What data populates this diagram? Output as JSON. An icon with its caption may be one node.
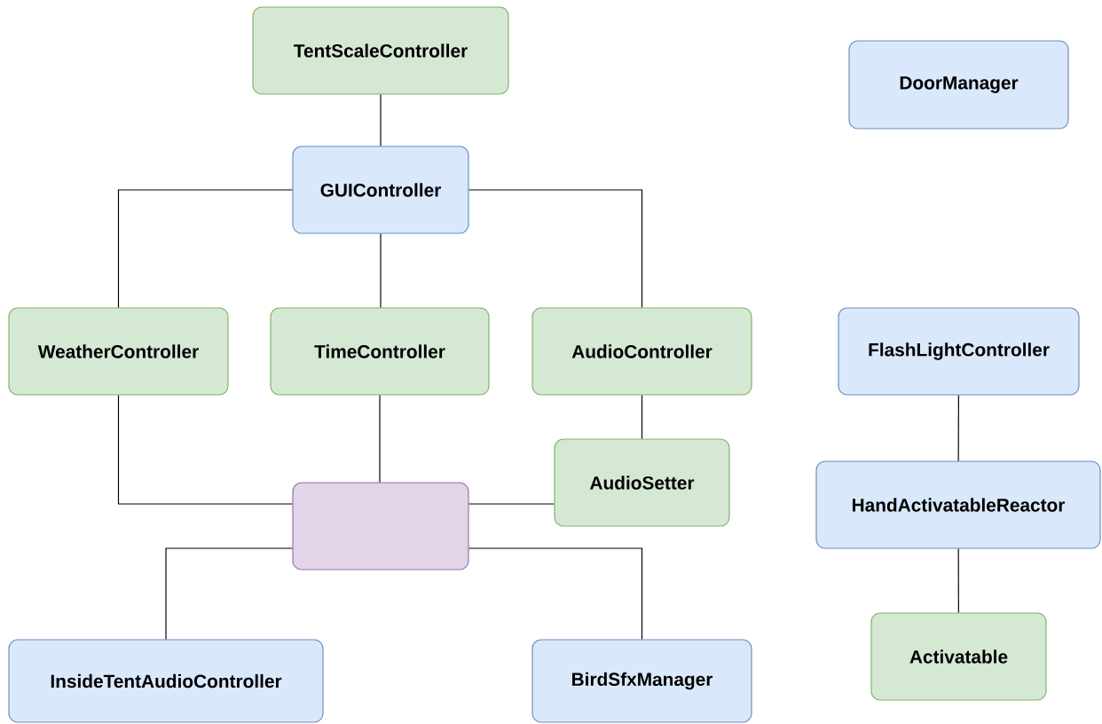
{
  "diagram": {
    "nodes": [
      {
        "text": [
          "TentScaleController"
        ]
      },
      {
        "text": [
          "GUIController"
        ]
      },
      {
        "text": [
          "WeatherController"
        ]
      },
      {
        "text": [
          "TimeController"
        ]
      },
      {
        "text": [
          "AudioController"
        ]
      },
      {
        "text": [
          "AudioSetter"
        ]
      },
      {
        "text": [],
        "shape": "box"
      },
      {
        "text": [
          "InsideTentAudioController"
        ]
      },
      {
        "text": [
          "BirdSfxManager"
        ]
      },
      {
        "text": [
          "DoorManager"
        ]
      },
      {
        "text": [
          "FlashLightController"
        ]
      },
      {
        "text": [
          "HandActivatableReactor"
        ]
      },
      {
        "text": [
          "Activatable"
        ]
      }
    ],
    "edges": [
      {
        "from": 0,
        "to": 1,
        "arrow": "none"
      },
      {
        "from": 1,
        "to": 2,
        "arrow": "none"
      },
      {
        "from": 1,
        "to": 3,
        "arrow": "none"
      },
      {
        "from": 1,
        "to": 4,
        "arrow": "none"
      },
      {
        "from": 4,
        "to": 5,
        "arrow": "none"
      },
      {
        "from": 2,
        "to": 6,
        "arrow": "none"
      },
      {
        "from": 3,
        "to": 6,
        "arrow": "none"
      },
      {
        "from": 5,
        "to": 6,
        "arrow": "none"
      },
      {
        "from": 6,
        "to": 7,
        "arrow": "none"
      },
      {
        "from": 6,
        "to": 8,
        "arrow": "none"
      },
      {
        "from": 10,
        "to": 11,
        "arrow": "none"
      },
      {
        "from": 11,
        "to": 12,
        "arrow": "none"
      }
    ]
  }
}
